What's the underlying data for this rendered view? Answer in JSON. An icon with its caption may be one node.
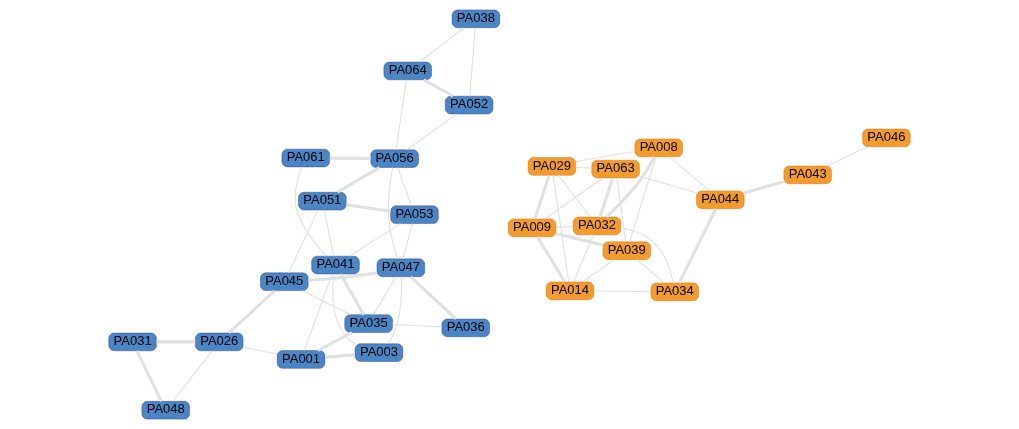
{
  "diagram": {
    "nodes": [
      {
        "text": [
          "PA031"
        ]
      },
      {
        "text": [
          "PA026"
        ]
      },
      {
        "text": [
          "PA045"
        ]
      },
      {
        "text": [
          "PA003"
        ]
      },
      {
        "text": [
          "PA051"
        ]
      },
      {
        "text": [
          "PA064"
        ]
      },
      {
        "text": [
          "PA038"
        ]
      },
      {
        "text": [
          "PA047"
        ]
      },
      {
        "text": [
          "PA056"
        ]
      },
      {
        "text": [
          "PA036"
        ]
      },
      {
        "text": [
          "PA048"
        ]
      },
      {
        "text": [
          "PA001"
        ]
      },
      {
        "text": [
          "PA041"
        ]
      },
      {
        "text": [
          "PA053"
        ]
      },
      {
        "text": [
          "PA052"
        ]
      },
      {
        "text": [
          "PA061"
        ]
      },
      {
        "text": [
          "PA035"
        ]
      },
      {
        "text": [
          "PA029"
        ]
      },
      {
        "text": [
          "PA063"
        ]
      },
      {
        "text": [
          "PA046"
        ]
      },
      {
        "text": [
          "PA043"
        ]
      },
      {
        "text": [
          "PA044"
        ]
      },
      {
        "text": [
          "PA034"
        ]
      },
      {
        "text": [
          "PA032"
        ]
      },
      {
        "text": [
          "PA014"
        ]
      },
      {
        "text": [
          "PA008"
        ]
      },
      {
        "text": [
          "PA009"
        ]
      },
      {
        "text": [
          "PA039"
        ]
      }
    ],
    "edges": [
      {
        "from": 0,
        "to": 1,
        "arrow": "none",
        "style": "thick"
      },
      {
        "from": 0,
        "to": 10,
        "arrow": "none",
        "style": "thick"
      },
      {
        "from": 1,
        "to": 2,
        "arrow": "none",
        "style": "thick"
      },
      {
        "from": 1,
        "to": 11,
        "arrow": "none"
      },
      {
        "from": 1,
        "to": 10,
        "arrow": "none"
      },
      {
        "from": 2,
        "to": 4,
        "arrow": "none"
      },
      {
        "from": 2,
        "to": 7,
        "arrow": "none",
        "style": "thick"
      },
      {
        "from": 2,
        "to": 16,
        "arrow": "none"
      },
      {
        "from": 3,
        "to": 7,
        "arrow": "none"
      },
      {
        "from": 3,
        "to": 11,
        "arrow": "none",
        "style": "thick"
      },
      {
        "from": 3,
        "to": 12,
        "arrow": "none"
      },
      {
        "from": 9,
        "to": 7,
        "arrow": "none",
        "style": "thick"
      },
      {
        "from": 9,
        "to": 16,
        "arrow": "none"
      },
      {
        "from": 11,
        "to": 12,
        "arrow": "none"
      },
      {
        "from": 11,
        "to": 16,
        "arrow": "none",
        "style": "thick"
      },
      {
        "from": 12,
        "to": 13,
        "arrow": "none"
      },
      {
        "from": 12,
        "to": 15,
        "arrow": "none"
      },
      {
        "from": 12,
        "to": 16,
        "arrow": "none",
        "style": "thick"
      },
      {
        "from": 7,
        "to": 8,
        "arrow": "none"
      },
      {
        "from": 7,
        "to": 13,
        "arrow": "none"
      },
      {
        "from": 7,
        "to": 16,
        "arrow": "none"
      },
      {
        "from": 4,
        "to": 13,
        "arrow": "none",
        "style": "thick"
      },
      {
        "from": 4,
        "to": 8,
        "arrow": "none",
        "style": "thick"
      },
      {
        "from": 4,
        "to": 12,
        "arrow": "none"
      },
      {
        "from": 8,
        "to": 5,
        "arrow": "none"
      },
      {
        "from": 8,
        "to": 14,
        "arrow": "none"
      },
      {
        "from": 8,
        "to": 13,
        "arrow": "none"
      },
      {
        "from": 8,
        "to": 15,
        "arrow": "none",
        "style": "thick"
      },
      {
        "from": 5,
        "to": 14,
        "arrow": "none",
        "style": "thick"
      },
      {
        "from": 5,
        "to": 6,
        "arrow": "none"
      },
      {
        "from": 14,
        "to": 6,
        "arrow": "none"
      },
      {
        "from": 19,
        "to": 20,
        "arrow": "none"
      },
      {
        "from": 20,
        "to": 21,
        "arrow": "none",
        "style": "thick"
      },
      {
        "from": 21,
        "to": 18,
        "arrow": "none"
      },
      {
        "from": 21,
        "to": 22,
        "arrow": "none",
        "style": "thick"
      },
      {
        "from": 21,
        "to": 25,
        "arrow": "none"
      },
      {
        "from": 17,
        "to": 18,
        "arrow": "none"
      },
      {
        "from": 17,
        "to": 23,
        "arrow": "none"
      },
      {
        "from": 17,
        "to": 24,
        "arrow": "none"
      },
      {
        "from": 17,
        "to": 26,
        "arrow": "none",
        "style": "thick"
      },
      {
        "from": 17,
        "to": 25,
        "arrow": "none"
      },
      {
        "from": 18,
        "to": 23,
        "arrow": "none",
        "style": "thick"
      },
      {
        "from": 18,
        "to": 26,
        "arrow": "none"
      },
      {
        "from": 18,
        "to": 27,
        "arrow": "none"
      },
      {
        "from": 22,
        "to": 23,
        "arrow": "none"
      },
      {
        "from": 22,
        "to": 24,
        "arrow": "none"
      },
      {
        "from": 22,
        "to": 27,
        "arrow": "none"
      },
      {
        "from": 23,
        "to": 24,
        "arrow": "none"
      },
      {
        "from": 23,
        "to": 25,
        "arrow": "none",
        "style": "thick"
      },
      {
        "from": 23,
        "to": 26,
        "arrow": "none"
      },
      {
        "from": 24,
        "to": 26,
        "arrow": "none",
        "style": "thick"
      },
      {
        "from": 24,
        "to": 27,
        "arrow": "none"
      },
      {
        "from": 25,
        "to": 27,
        "arrow": "none"
      },
      {
        "from": 26,
        "to": 27,
        "arrow": "none",
        "style": "thick"
      }
    ]
  }
}
